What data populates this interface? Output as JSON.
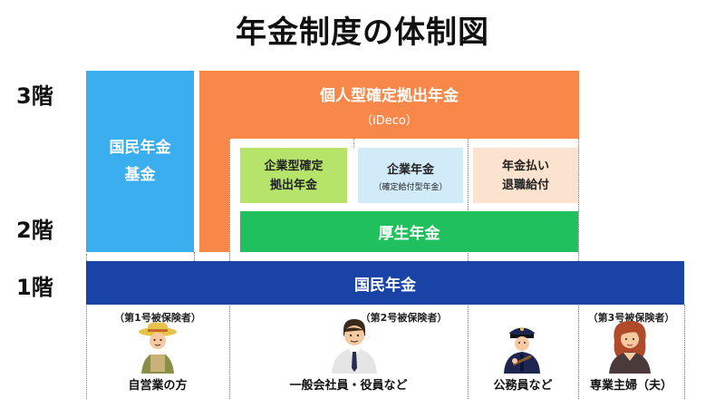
{
  "title": "年金制度の体制図",
  "floors": {
    "third": "3階",
    "second": "2階",
    "first": "1階"
  },
  "blocks": {
    "national_fund": {
      "line1": "国民年金",
      "line2": "基金"
    },
    "ideco": {
      "line1": "個人型確定拠出年金",
      "line2": "（iDeco）"
    },
    "dc": {
      "line1": "企業型確定",
      "line2": "拠出年金"
    },
    "db": {
      "line1": "企業年金",
      "line2": "（確定給付型年金）"
    },
    "retirement": {
      "line1": "年金払い",
      "line2": "退職給付"
    },
    "kosei": "厚生年金",
    "kokumin": "国民年金"
  },
  "categories": {
    "type1": "（第1号被保険者）",
    "type2": "（第2号被保険者）",
    "type3": "（第3号被保険者）"
  },
  "people": {
    "self_employed": "自営業の方",
    "employee": "一般会社員・役員など",
    "civil_servant": "公務員など",
    "homemaker": "専業主婦（夫）"
  },
  "colors": {
    "national_fund": "#3baef0",
    "ideco": "#f7884a",
    "dc": "#b6e36a",
    "db": "#d2ebf8",
    "retirement": "#fbe3cf",
    "kosei": "#1fc05d",
    "kokumin": "#1a43a8"
  }
}
